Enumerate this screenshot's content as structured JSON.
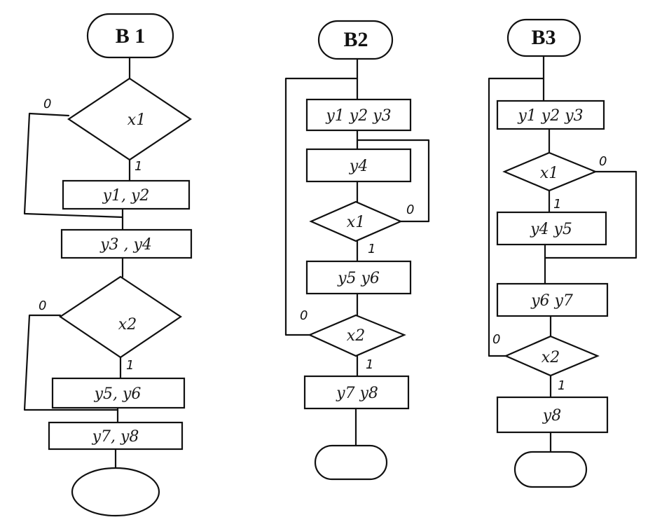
{
  "colors": {
    "ink": "#111111",
    "paper": "#ffffff"
  },
  "b1": {
    "title": "B 1",
    "cond1": "x1",
    "box1": "y1, y2",
    "box2": "y3 , y4",
    "cond2": "x2",
    "box3": "y5, y6",
    "box4": "y7, y8",
    "zero1": "0",
    "one1": "1",
    "zero2": "0",
    "one2": "1"
  },
  "b2": {
    "title": "B2",
    "box1": "y1 y2 y3",
    "box2": "y4",
    "cond1": "x1",
    "box3": "y5  y6",
    "cond2": "x2",
    "box4": "y7  y8",
    "zero1": "0",
    "one1": "1",
    "zero2": "0",
    "one2": "1"
  },
  "b3": {
    "title": "B3",
    "box1": "y1 y2 y3",
    "cond1": "x1",
    "box2": "y4  y5",
    "box3": "y6  y7",
    "cond2": "x2",
    "box4": "y8",
    "zero1": "0",
    "one1": "1",
    "zero2": "0",
    "one2": "1"
  }
}
